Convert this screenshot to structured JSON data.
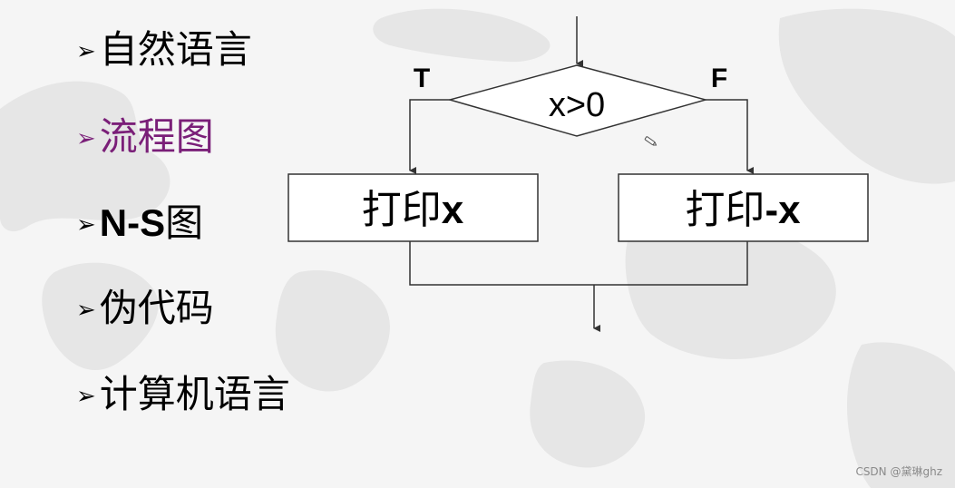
{
  "bullets": [
    {
      "label": "自然语言"
    },
    {
      "label": "流程图"
    },
    {
      "label_latin": "N-S",
      "label_cn": "图"
    },
    {
      "label": "伪代码"
    },
    {
      "label": "计算机语言"
    }
  ],
  "bullet_marker": "➢",
  "flowchart": {
    "condition": "x>0",
    "true_label": "T",
    "false_label": "F",
    "true_box_cn": "打印",
    "true_box_latin": "x",
    "false_box_cn": "打印",
    "false_box_latin": "-x"
  },
  "colors": {
    "active_bullet": "#7a1f78",
    "text": "#000000",
    "line": "#555555"
  },
  "watermark": "CSDN @黛琳ghz"
}
